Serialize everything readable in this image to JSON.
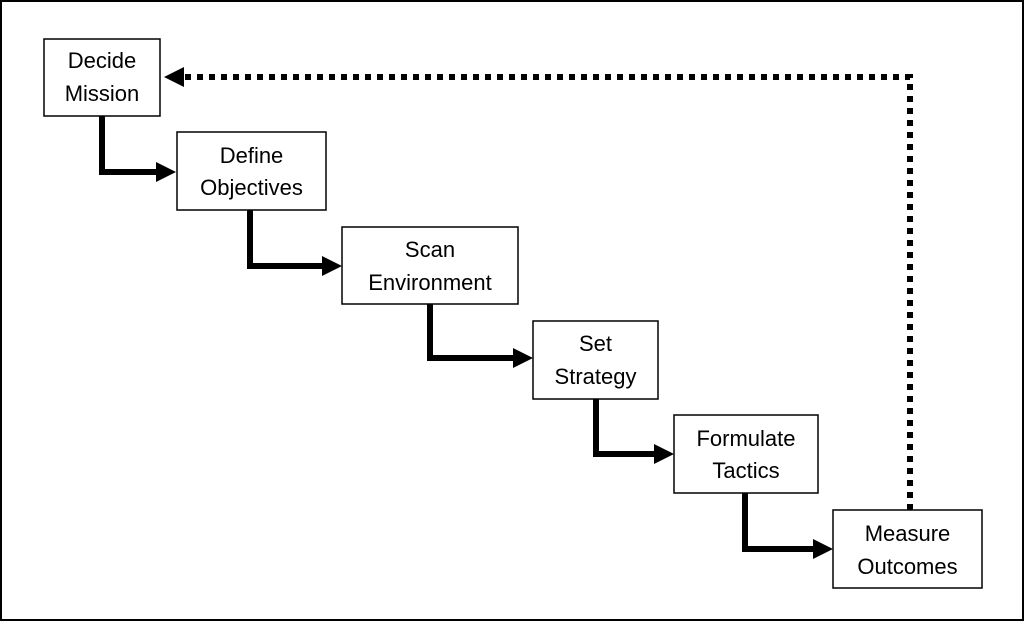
{
  "diagram": {
    "steps": [
      {
        "id": "decide-mission",
        "lines": [
          "Decide",
          "Mission"
        ]
      },
      {
        "id": "define-objectives",
        "lines": [
          "Define",
          "Objectives"
        ]
      },
      {
        "id": "scan-environment",
        "lines": [
          "Scan",
          "Environment"
        ]
      },
      {
        "id": "set-strategy",
        "lines": [
          "Set",
          "Strategy"
        ]
      },
      {
        "id": "formulate-tactics",
        "lines": [
          "Formulate",
          "Tactics"
        ]
      },
      {
        "id": "measure-outcomes",
        "lines": [
          "Measure",
          "Outcomes"
        ]
      }
    ],
    "colors": {
      "line": "#000000",
      "box_fill": "#ffffff",
      "background": "#ffffff"
    }
  }
}
